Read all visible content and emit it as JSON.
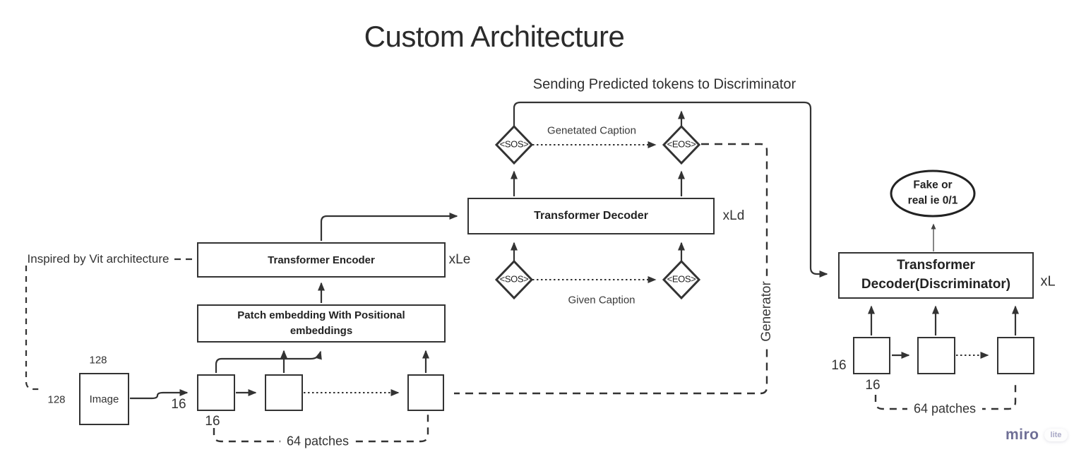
{
  "title": "Custom Architecture",
  "annotations": {
    "sending_tokens": "Sending Predicted tokens to Discriminator",
    "generated_caption": "Genetated Caption",
    "given_caption": "Given Caption",
    "inspired_by": "Inspired by Vit architecture",
    "generator_label": "Generator",
    "patches_left": "64 patches",
    "patches_right": "64 patches"
  },
  "blocks": {
    "encoder": {
      "label": "Transformer Encoder",
      "multiplier": "xLe"
    },
    "decoder": {
      "label": "Transformer Decoder",
      "multiplier": "xLd"
    },
    "patch_embedding": {
      "line1": "Patch embedding With Positional",
      "line2": "embeddings"
    },
    "discriminator": {
      "line1": "Transformer",
      "line2": "Decoder(Discriminator)",
      "multiplier": "xL"
    },
    "image_input": {
      "label": "Image"
    },
    "output": {
      "line1": "Fake or",
      "line2": "real ie 0/1"
    }
  },
  "tokens": {
    "top_sos": "<SOS>",
    "top_eos": "<EOS>",
    "bottom_sos": "<SOS>",
    "bottom_eos": "<EOS>"
  },
  "dimensions": {
    "image_width": "128",
    "image_height": "128",
    "patch_arrow": "16",
    "patch_below": "16",
    "disc_left": "16",
    "disc_below": "16"
  },
  "logo": {
    "brand": "miro",
    "badge": "lite"
  },
  "colors": {
    "stroke": "#333333",
    "title_text": "#2b2b2b",
    "brand": "#6f6f96"
  }
}
